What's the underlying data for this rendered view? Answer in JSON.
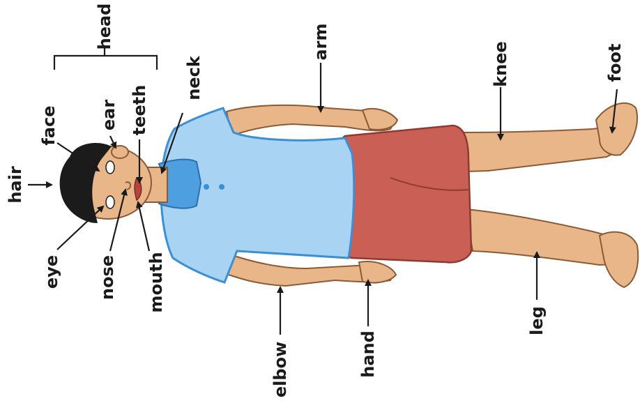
{
  "labels": {
    "head": "head",
    "hair": "hair",
    "face": "face",
    "ear": "ear",
    "teeth": "teeth",
    "neck": "neck",
    "arm": "arm",
    "knee": "knee",
    "foot": "foot",
    "eye": "eye",
    "nose": "nose",
    "mouth": "mouth",
    "elbow": "elbow",
    "hand": "hand",
    "leg": "leg"
  },
  "colors": {
    "skin": "#e8b688",
    "skin_outline": "#8a5a35",
    "shirt": "#a9d3f2",
    "shirt_trim": "#3a8fd6",
    "shorts": "#c95f55",
    "shorts_outline": "#8e3a33",
    "hair": "#1b1b1b",
    "text": "#1a1a1a"
  }
}
